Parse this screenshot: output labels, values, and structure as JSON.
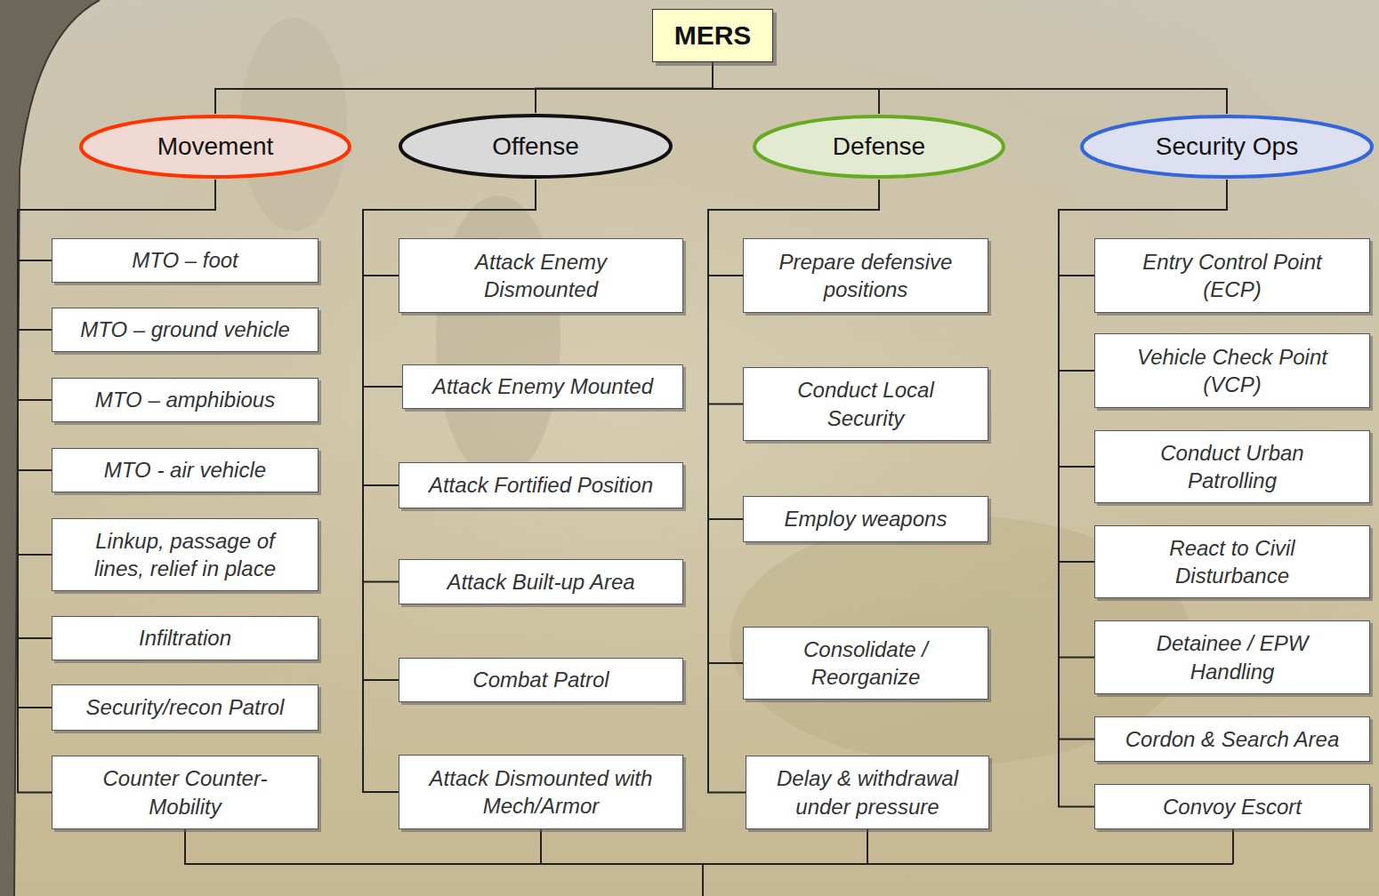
{
  "diagram": {
    "nodes": [
      {
        "text": [
          "MERS"
        ]
      },
      {
        "text": [
          "Movement"
        ]
      },
      {
        "text": [
          "Offense"
        ]
      },
      {
        "text": [
          "Defense"
        ]
      },
      {
        "text": [
          "Security Ops"
        ]
      },
      {
        "text": [
          "MTO – foot"
        ]
      },
      {
        "text": [
          "MTO – ground vehicle"
        ]
      },
      {
        "text": [
          "MTO – amphibious"
        ]
      },
      {
        "text": [
          "MTO - air vehicle"
        ]
      },
      {
        "text": [
          "Linkup, passage of lines, relief in place"
        ]
      },
      {
        "text": [
          "Infiltration"
        ]
      },
      {
        "text": [
          "Security/recon Patrol"
        ]
      },
      {
        "text": [
          "Counter Counter-Mobility"
        ]
      },
      {
        "text": [
          "Attack Enemy Dismounted"
        ]
      },
      {
        "text": [
          "Attack Enemy Mounted"
        ]
      },
      {
        "text": [
          "Attack Fortified Position"
        ]
      },
      {
        "text": [
          "Attack Built-up Area"
        ]
      },
      {
        "text": [
          "Combat Patrol"
        ]
      },
      {
        "text": [
          "Attack Dismounted with Mech/Armor"
        ]
      },
      {
        "text": [
          "Prepare defensive positions"
        ]
      },
      {
        "text": [
          "Conduct Local Security"
        ]
      },
      {
        "text": [
          "Employ weapons"
        ]
      },
      {
        "text": [
          "Consolidate / Reorganize"
        ]
      },
      {
        "text": [
          "Delay & withdrawal under pressure"
        ]
      },
      {
        "text": [
          "Entry Control Point (ECP)"
        ]
      },
      {
        "text": [
          "Vehicle Check Point (VCP)"
        ]
      },
      {
        "text": [
          "Conduct Urban Patrolling"
        ]
      },
      {
        "text": [
          "React to Civil Disturbance"
        ]
      },
      {
        "text": [
          "Detainee / EPW Handling"
        ]
      },
      {
        "text": [
          "Cordon & Search Area"
        ]
      },
      {
        "text": [
          "Convoy Escort"
        ]
      }
    ],
    "edges": [
      {
        "from": 0,
        "to": 1,
        "arrow": "none"
      },
      {
        "from": 0,
        "to": 2,
        "arrow": "none"
      },
      {
        "from": 0,
        "to": 3,
        "arrow": "none"
      },
      {
        "from": 0,
        "to": 4,
        "arrow": "none"
      },
      {
        "from": 1,
        "to": 5,
        "arrow": "none"
      },
      {
        "from": 1,
        "to": 6,
        "arrow": "none"
      },
      {
        "from": 1,
        "to": 7,
        "arrow": "none"
      },
      {
        "from": 1,
        "to": 8,
        "arrow": "none"
      },
      {
        "from": 1,
        "to": 9,
        "arrow": "none"
      },
      {
        "from": 1,
        "to": 10,
        "arrow": "none"
      },
      {
        "from": 1,
        "to": 11,
        "arrow": "none"
      },
      {
        "from": 1,
        "to": 12,
        "arrow": "none"
      },
      {
        "from": 2,
        "to": 13,
        "arrow": "none"
      },
      {
        "from": 2,
        "to": 14,
        "arrow": "none"
      },
      {
        "from": 2,
        "to": 15,
        "arrow": "none"
      },
      {
        "from": 2,
        "to": 16,
        "arrow": "none"
      },
      {
        "from": 2,
        "to": 17,
        "arrow": "none"
      },
      {
        "from": 2,
        "to": 18,
        "arrow": "none"
      },
      {
        "from": 3,
        "to": 19,
        "arrow": "none"
      },
      {
        "from": 3,
        "to": 20,
        "arrow": "none"
      },
      {
        "from": 3,
        "to": 21,
        "arrow": "none"
      },
      {
        "from": 3,
        "to": 22,
        "arrow": "none"
      },
      {
        "from": 3,
        "to": 23,
        "arrow": "none"
      },
      {
        "from": 4,
        "to": 24,
        "arrow": "none"
      },
      {
        "from": 4,
        "to": 25,
        "arrow": "none"
      },
      {
        "from": 4,
        "to": 26,
        "arrow": "none"
      },
      {
        "from": 4,
        "to": 27,
        "arrow": "none"
      },
      {
        "from": 4,
        "to": 28,
        "arrow": "none"
      },
      {
        "from": 4,
        "to": 29,
        "arrow": "none"
      },
      {
        "from": 4,
        "to": 30,
        "arrow": "none"
      }
    ]
  }
}
